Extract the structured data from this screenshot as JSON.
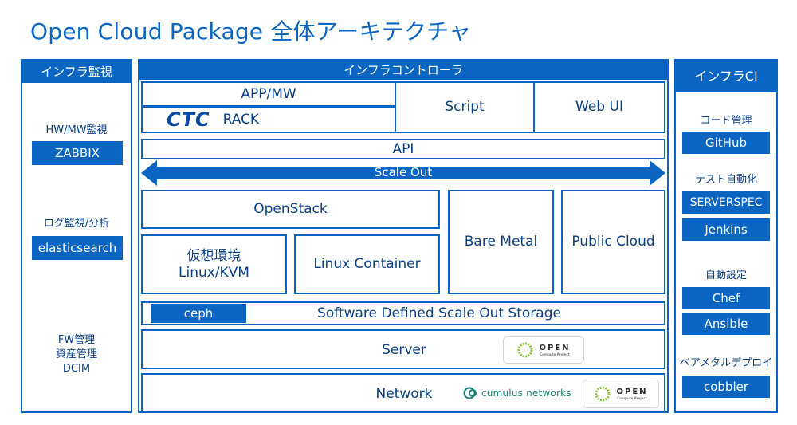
{
  "title": "Open Cloud Package 全体アーキテクチャ",
  "left": {
    "header": "インフラ監視",
    "groups": [
      {
        "label": "HW/MW監視",
        "tool": "ZABBIX"
      },
      {
        "label": "ログ監視/分析",
        "tool": "elasticsearch"
      }
    ],
    "bottom": [
      "FW管理",
      "資産管理",
      "DCIM"
    ]
  },
  "center": {
    "header": "インフラコントローラ",
    "app_mw": "APP/MW",
    "ctc_logo": "CTC",
    "rack": "RACK",
    "script": "Script",
    "web_ui": "Web UI",
    "api": "API",
    "scale_out": "Scale Out",
    "openstack": "OpenStack",
    "virt_line1": "仮想環境",
    "virt_line2": "Linux/KVM",
    "linux_container": "Linux Container",
    "bare_metal": "Bare Metal",
    "public_cloud": "Public Cloud",
    "ceph": "ceph",
    "storage": "Software Defined Scale Out Storage",
    "server": "Server",
    "network": "Network",
    "open_logo": "OPEN",
    "open_logo_sub": "Compute Project",
    "cumulus": "cumulus networks"
  },
  "right": {
    "header": "インフラCI",
    "sections": [
      {
        "label": "コード管理",
        "tools": [
          "GitHub"
        ]
      },
      {
        "label": "テスト自動化",
        "tools": [
          "SERVERSPEC",
          "Jenkins"
        ]
      },
      {
        "label": "自動設定",
        "tools": [
          "Chef",
          "Ansible"
        ]
      },
      {
        "label": "ベアメタルデプロイ",
        "tools": [
          "cobbler"
        ]
      }
    ]
  },
  "colors": {
    "primary": "#0b66c3",
    "text": "#0b3f82",
    "open_green": "#8cc63f",
    "ctc_blue": "#0b4aa2"
  }
}
